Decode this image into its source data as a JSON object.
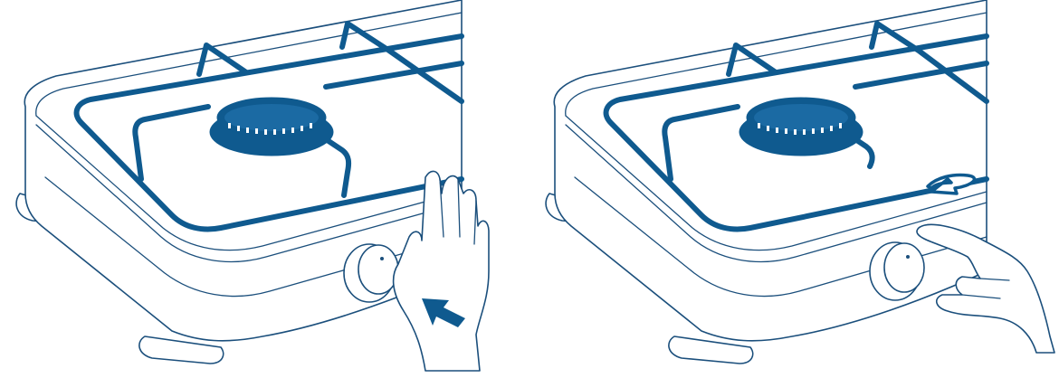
{
  "colors": {
    "line": "#1b4f7c",
    "accent": "#0f5a8f",
    "background": "#ffffff"
  },
  "panels": [
    {
      "id": "left",
      "shows": [
        "stove",
        "burner",
        "grate",
        "control-knob",
        "hand-pressing",
        "push-arrow"
      ]
    },
    {
      "id": "right",
      "shows": [
        "stove",
        "burner",
        "grate",
        "control-knob",
        "hand-turning",
        "rotate-arrow"
      ]
    }
  ]
}
